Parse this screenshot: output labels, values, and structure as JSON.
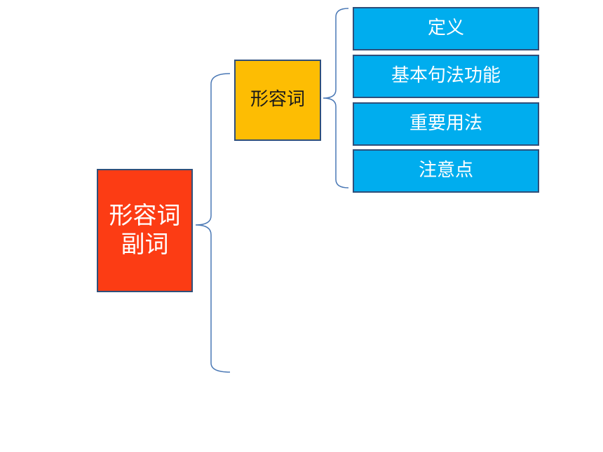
{
  "diagram": {
    "root": {
      "label": "形容词副词",
      "color": "#fc3c14"
    },
    "branch": {
      "label": "形容词",
      "color": "#fdbd03"
    },
    "leaves": [
      {
        "label": "定义",
        "color": "#00adee"
      },
      {
        "label": "基本句法功能",
        "color": "#00adee"
      },
      {
        "label": "重要用法",
        "color": "#00adee"
      },
      {
        "label": "注意点",
        "color": "#00adee"
      }
    ],
    "connector_color": "#4a78b5"
  }
}
